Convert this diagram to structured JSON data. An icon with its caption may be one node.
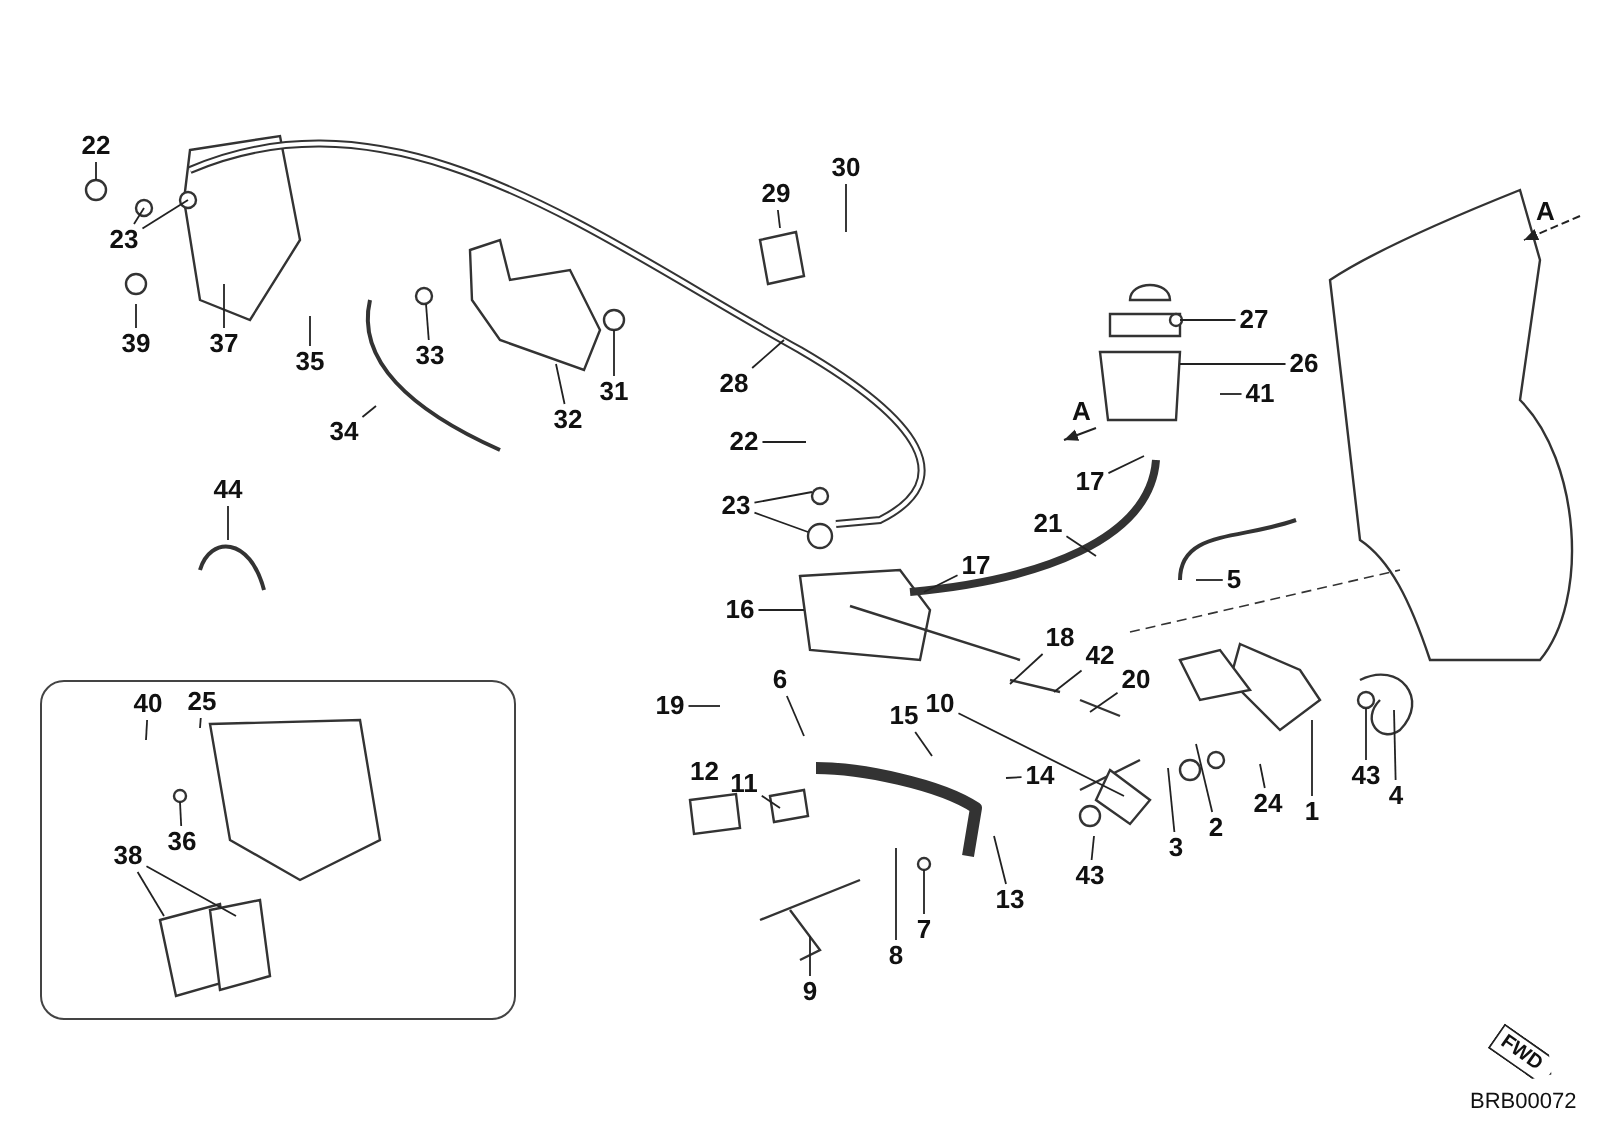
{
  "diagram": {
    "nodes": [
      {
        "text": [],
        "shape": "box"
      },
      {
        "text": [
          "22"
        ]
      },
      {
        "text": [
          "30"
        ]
      },
      {
        "text": [
          "29"
        ]
      },
      {
        "text": [
          "23"
        ]
      },
      {
        "text": [
          "27"
        ]
      },
      {
        "text": [
          "37"
        ]
      },
      {
        "text": [
          "39"
        ]
      },
      {
        "text": [
          "26"
        ]
      },
      {
        "text": [
          "33"
        ]
      },
      {
        "text": [
          "35"
        ]
      },
      {
        "text": [
          "28"
        ]
      },
      {
        "text": [
          "31"
        ]
      },
      {
        "text": [
          "41"
        ]
      },
      {
        "text": [
          "32"
        ]
      },
      {
        "text": [
          "34"
        ]
      },
      {
        "text": [
          "22"
        ]
      },
      {
        "text": [
          "17"
        ]
      },
      {
        "text": [
          "44"
        ]
      },
      {
        "text": [
          "23"
        ]
      },
      {
        "text": [
          "21"
        ]
      },
      {
        "text": [
          "17"
        ]
      },
      {
        "text": [
          "5"
        ]
      },
      {
        "text": [
          "16"
        ]
      },
      {
        "text": [
          "18"
        ]
      },
      {
        "text": [
          "42"
        ]
      },
      {
        "text": [
          "20"
        ]
      },
      {
        "text": [
          "40"
        ],
        "in": 0
      },
      {
        "text": [
          "25"
        ],
        "in": 0
      },
      {
        "text": [
          "19"
        ]
      },
      {
        "text": [
          "6"
        ]
      },
      {
        "text": [
          "15"
        ]
      },
      {
        "text": [
          "10"
        ]
      },
      {
        "text": [
          "43"
        ]
      },
      {
        "text": [
          "11"
        ]
      },
      {
        "text": [
          "14"
        ]
      },
      {
        "text": [
          "4"
        ]
      },
      {
        "text": [
          "1"
        ]
      },
      {
        "text": [
          "24"
        ]
      },
      {
        "text": [
          "2"
        ]
      },
      {
        "text": [
          "36"
        ],
        "in": 0
      },
      {
        "text": [
          "3"
        ]
      },
      {
        "text": [
          "38"
        ],
        "in": 0
      },
      {
        "text": [
          "43"
        ]
      },
      {
        "text": [
          "13"
        ]
      },
      {
        "text": [
          "7"
        ]
      },
      {
        "text": [
          "8"
        ]
      },
      {
        "text": [
          "9"
        ]
      }
    ],
    "edges": [
      {
        "from": 1,
        "to": null,
        "arrow": "none"
      },
      {
        "from": 2,
        "to": null,
        "arrow": "none"
      },
      {
        "from": 3,
        "to": null,
        "arrow": "none"
      },
      {
        "from": 4,
        "to": null,
        "arrow": "none"
      },
      {
        "from": 4,
        "to": null,
        "arrow": "none"
      },
      {
        "from": 5,
        "to": null,
        "arrow": "none"
      },
      {
        "from": 6,
        "to": null,
        "arrow": "none"
      },
      {
        "from": 7,
        "to": null,
        "arrow": "none"
      },
      {
        "from": 8,
        "to": null,
        "arrow": "none"
      },
      {
        "from": 9,
        "to": null,
        "arrow": "none"
      },
      {
        "from": 10,
        "to": null,
        "arrow": "none"
      },
      {
        "from": 11,
        "to": null,
        "arrow": "none"
      },
      {
        "from": 12,
        "to": null,
        "arrow": "none"
      },
      {
        "from": 13,
        "to": null,
        "arrow": "none"
      },
      {
        "from": 14,
        "to": null,
        "arrow": "none"
      },
      {
        "from": 15,
        "to": null,
        "arrow": "none"
      },
      {
        "from": 16,
        "to": null,
        "arrow": "none"
      },
      {
        "from": 17,
        "to": null,
        "arrow": "none"
      },
      {
        "from": 18,
        "to": null,
        "arrow": "none"
      },
      {
        "from": 19,
        "to": null,
        "arrow": "none"
      },
      {
        "from": 19,
        "to": null,
        "arrow": "none"
      },
      {
        "from": 20,
        "to": null,
        "arrow": "none"
      },
      {
        "from": 21,
        "to": null,
        "arrow": "none"
      },
      {
        "from": 22,
        "to": null,
        "arrow": "none"
      },
      {
        "from": 23,
        "to": null,
        "arrow": "none"
      },
      {
        "from": 24,
        "to": null,
        "arrow": "none"
      },
      {
        "from": 25,
        "to": null,
        "arrow": "none"
      },
      {
        "from": 26,
        "to": null,
        "arrow": "none"
      },
      {
        "from": 27,
        "to": null,
        "arrow": "none"
      },
      {
        "from": 28,
        "to": null,
        "arrow": "none"
      },
      {
        "from": 29,
        "to": null,
        "arrow": "none"
      },
      {
        "from": 30,
        "to": null,
        "arrow": "none"
      },
      {
        "from": 31,
        "to": null,
        "arrow": "none"
      },
      {
        "from": 32,
        "to": null,
        "arrow": "none"
      },
      {
        "from": 33,
        "to": null,
        "arrow": "none"
      },
      {
        "from": 34,
        "to": null,
        "arrow": "none"
      },
      {
        "from": 35,
        "to": null,
        "arrow": "none"
      },
      {
        "from": 36,
        "to": null,
        "arrow": "none"
      },
      {
        "from": 37,
        "to": null,
        "arrow": "none"
      },
      {
        "from": 38,
        "to": null,
        "arrow": "none"
      },
      {
        "from": 39,
        "to": null,
        "arrow": "none"
      },
      {
        "from": 40,
        "to": null,
        "arrow": "none"
      },
      {
        "from": 41,
        "to": null,
        "arrow": "none"
      },
      {
        "from": 42,
        "to": null,
        "arrow": "none"
      },
      {
        "from": 42,
        "to": null,
        "arrow": "none"
      },
      {
        "from": 43,
        "to": null,
        "arrow": "none"
      },
      {
        "from": 44,
        "to": null,
        "arrow": "none"
      },
      {
        "from": 45,
        "to": null,
        "arrow": "none"
      },
      {
        "from": 46,
        "to": null,
        "arrow": "none"
      },
      {
        "from": 47,
        "to": null,
        "arrow": "none"
      }
    ],
    "labels": [
      "A",
      "A",
      "12",
      "FWD",
      "BRB00072"
    ]
  }
}
